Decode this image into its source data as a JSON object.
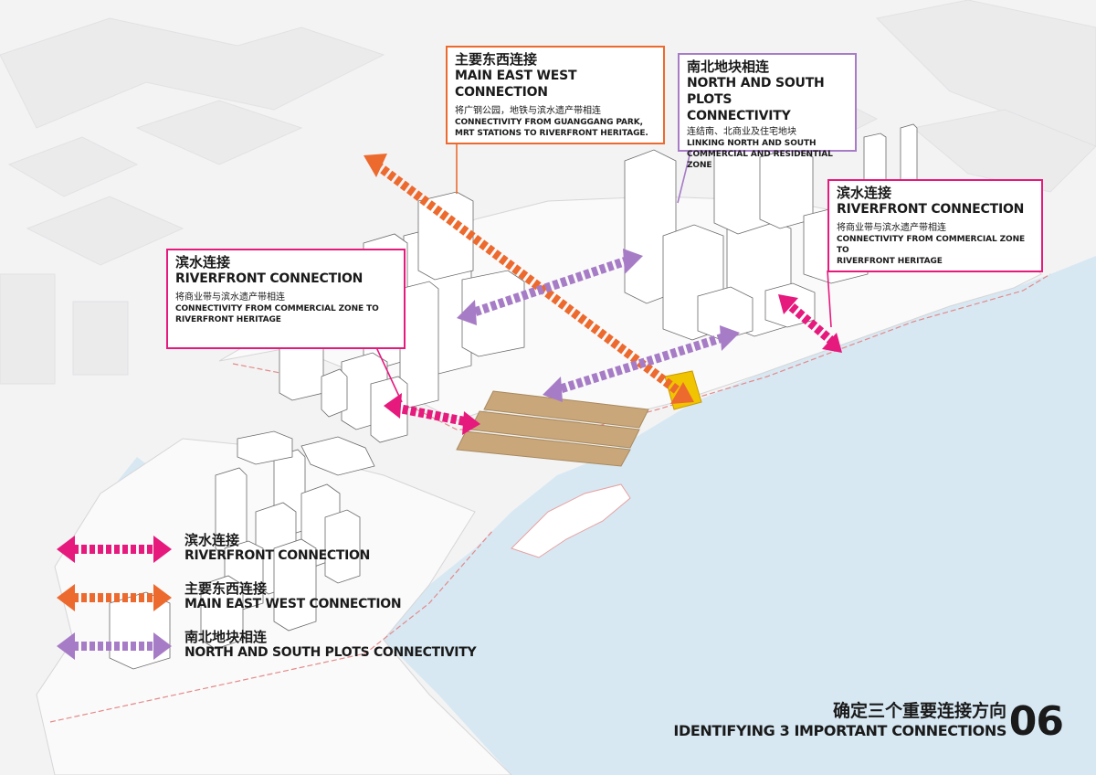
{
  "colors": {
    "riverfront": "#e6197d",
    "east_west": "#ed6a2e",
    "north_south": "#a77cc6",
    "water": "#d7e8f3",
    "land": "#fafafa",
    "heritage_deck": "#c9a77a"
  },
  "callouts": {
    "main_east_west": {
      "title_cn": "主要东西连接",
      "title_en": "MAIN EAST WEST CONNECTION",
      "desc_cn": "将广钢公园，地铁与滨水遗产带相连",
      "desc_en_1": "CONNECTIVITY FROM GUANGGANG PARK,",
      "desc_en_2": "MRT STATIONS TO RIVERFRONT HERITAGE."
    },
    "north_south": {
      "title_cn": "南北地块相连",
      "title_en_1": "NORTH AND SOUTH PLOTS",
      "title_en_2": "CONNECTIVITY",
      "desc_cn": "连结南、北商业及住宅地块",
      "desc_en_1": "LINKING NORTH AND SOUTH",
      "desc_en_2": "COMMERCIAL AND RESIDENTIAL ZONE"
    },
    "riverfront_right": {
      "title_cn": "滨水连接",
      "title_en": "RIVERFRONT CONNECTION",
      "desc_cn": "将商业带与滨水遗产带相连",
      "desc_en_1": "CONNECTIVITY FROM COMMERCIAL ZONE TO",
      "desc_en_2": "RIVERFRONT HERITAGE"
    },
    "riverfront_left": {
      "title_cn": "滨水连接",
      "title_en": "RIVERFRONT CONNECTION",
      "desc_cn": "将商业带与滨水遗产带相连",
      "desc_en_1": "CONNECTIVITY FROM COMMERCIAL ZONE TO",
      "desc_en_2": "RIVERFRONT HERITAGE"
    }
  },
  "legend": [
    {
      "cn": "滨水连接",
      "en": "RIVERFRONT CONNECTION",
      "color": "#e6197d"
    },
    {
      "cn": "主要东西连接",
      "en": "MAIN EAST WEST CONNECTION",
      "color": "#ed6a2e"
    },
    {
      "cn": "南北地块相连",
      "en": "NORTH AND SOUTH PLOTS CONNECTIVITY",
      "color": "#a77cc6"
    }
  ],
  "footer": {
    "title_cn": "确定三个重要连接方向",
    "title_en": "IDENTIFYING 3 IMPORTANT CONNECTIONS",
    "page_number": "06"
  }
}
